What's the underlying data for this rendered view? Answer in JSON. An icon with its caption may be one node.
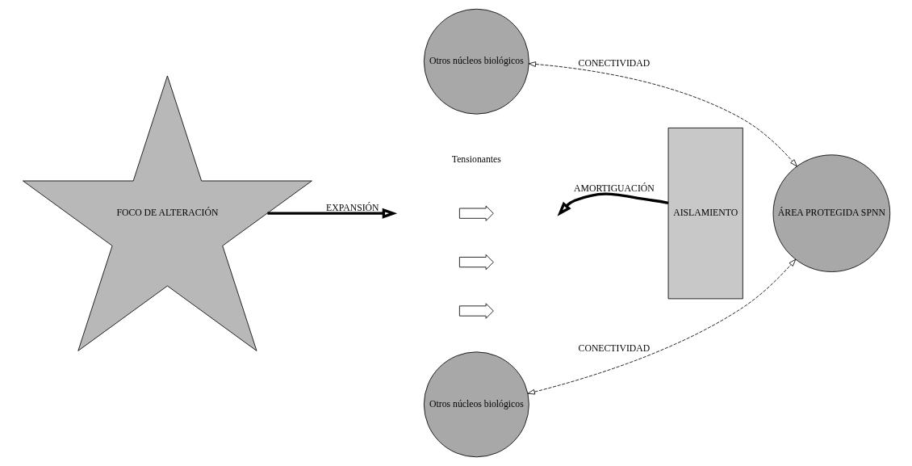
{
  "diagram": {
    "nodes": [
      {
        "text": [
          "FOCO DE ALTERACIÓN"
        ]
      },
      {
        "text": [
          "Otros núcleos biológicos"
        ]
      },
      {
        "text": [
          "Otros núcleos biológicos"
        ]
      },
      {
        "text": [
          "AISLAMIENTO"
        ]
      },
      {
        "text": [
          "ÁREA PROTEGIDA SPNN"
        ]
      },
      {
        "text": [],
        "shape": "arrow"
      },
      {
        "text": [],
        "shape": "arrow"
      },
      {
        "text": [],
        "shape": "arrow"
      }
    ],
    "edges": [
      {
        "from": 1,
        "to": 4,
        "arrow": "both",
        "style": "dashed",
        "label": "CONECTIVIDAD"
      },
      {
        "from": 2,
        "to": 4,
        "arrow": "both",
        "style": "dashed",
        "label": "CONECTIVIDAD"
      },
      {
        "from": 0,
        "to": null,
        "arrow": "to",
        "style": "thick",
        "label": "EXPANSIÓN"
      },
      {
        "from": 3,
        "to": null,
        "arrow": "to",
        "style": "thick",
        "label": "AMORTIGUACIÓN"
      }
    ],
    "labels": [
      "Tensionantes"
    ]
  }
}
